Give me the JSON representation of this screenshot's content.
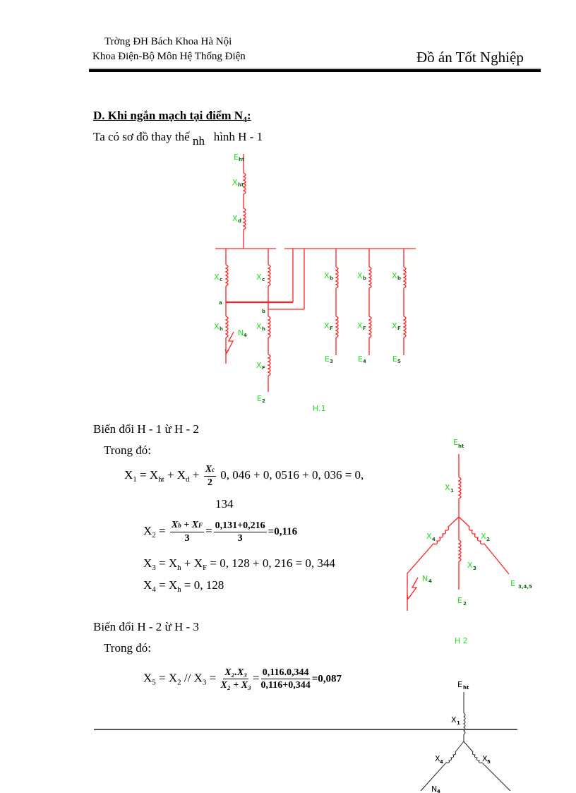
{
  "header": {
    "university": "Trờng   ĐH Bách Khoa Hà Nội",
    "department": "Khoa Điện-Bộ Môn Hệ Thống Điện",
    "doc_title": "Đồ án Tốt Nghiệp"
  },
  "section": {
    "heading": "D. Khi ngắn mạch tại điểm N",
    "heading_sub": "4",
    "heading_colon": ":",
    "intro_a": "Ta có sơ đồ thay thế",
    "intro_nh": "nh",
    "intro_b": "hình H - 1"
  },
  "diagram_h1": {
    "caption": "H.1",
    "labels": {
      "E_ht": "E",
      "E_ht_sub": "ht",
      "X_ht": "X",
      "X_ht_sub": "ht",
      "X_d": "X",
      "X_d_sub": "d",
      "X_c": "X",
      "X_c_sub": "c",
      "X_h": "X",
      "X_h_sub": "h",
      "X_F": "X",
      "X_F_sub": "F",
      "X_b": "X",
      "X_b_sub": "b",
      "node_a": "a",
      "node_b": "b",
      "N4": "N",
      "N4_sub": "4",
      "E2": "E",
      "E2_sub": "2",
      "E3": "E",
      "E3_sub": "3",
      "E4": "E",
      "E4_sub": "4",
      "E5": "E",
      "E5_sub": "5"
    }
  },
  "transform1": {
    "title": "Biến  đổi H - 1 ừ H - 2",
    "where": "Trong đó:",
    "x1": {
      "lhs": "X",
      "lhs_sub": "1",
      "eq": " = ",
      "t1": "X",
      "t1_sub": "ht",
      "plus1": " + X",
      "t2_sub": "d",
      "plus2": " + ",
      "frac_num": "X",
      "frac_num_sub": "c",
      "frac_den": "2",
      "rhs": " 0, 046 + 0, 0516 + 0, 036 = 0,",
      "rhs_wrap": "134"
    },
    "x2": {
      "lhs": "X",
      "lhs_sub": "2",
      "eq": " = ",
      "frac1_num": "X",
      "frac1_num_sub1": "b",
      "frac1_plus": " + X",
      "frac1_num_sub2": "F",
      "frac1_den": "3",
      "frac2_num": "0,131+0,216",
      "frac2_den": "3",
      "result": "=0,116"
    },
    "x3": {
      "text": "X",
      "sub": "3",
      "rest1": " = X",
      "sub2": "h",
      "rest2": " + X",
      "sub3": "F",
      "rest3": " = 0, 128 + 0, 216 = 0, 344"
    },
    "x4": {
      "text": "X",
      "sub": "4",
      "rest1": " = X",
      "sub2": "h",
      "rest2": " = 0, 128"
    }
  },
  "diagram_h2": {
    "caption": "H 2",
    "labels": {
      "E_ht": "E",
      "E_ht_sub": "ht",
      "X1": "X",
      "X1_sub": "1",
      "X4": "X",
      "X4_sub": "4",
      "X2": "X",
      "X2_sub": "2",
      "X3": "X",
      "X3_sub": "3",
      "N4": "N",
      "N4_sub": "4",
      "E2": "E",
      "E2_sub": "2",
      "E345": "E",
      "E345_sub": "3,4,5"
    }
  },
  "transform2": {
    "title": "Biến  đổi H - 2 ừ H - 3",
    "where": "Trong đó:",
    "x5": {
      "lhs": "X",
      "lhs_sub": "5",
      "mid": " = X",
      "mid_sub": "2",
      "par": " // X",
      "par_sub": "3",
      "eq": " = ",
      "frac1_num": "X₂.X₃",
      "frac1_den": "X₂ + X₃",
      "frac2_num": "0,116.0,344",
      "frac2_den": "0,116+0,344",
      "result": "=0,087"
    }
  },
  "diagram_h3": {
    "labels": {
      "E_ht": "E",
      "E_ht_sub": "ht",
      "X1": "X",
      "X1_sub": "1",
      "X4": "X",
      "X4_sub": "4",
      "X5": "X",
      "X5_sub": "5",
      "N4": "N",
      "N4_sub": "4"
    }
  }
}
